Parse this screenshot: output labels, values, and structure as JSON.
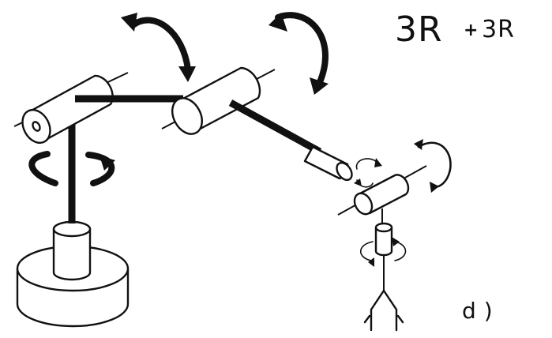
{
  "figure": {
    "title_main": "3R",
    "title_plus": "+",
    "title_small": "3R",
    "panel_label": "d)"
  },
  "colors": {
    "ink": "#111111",
    "background": "#ffffff"
  }
}
